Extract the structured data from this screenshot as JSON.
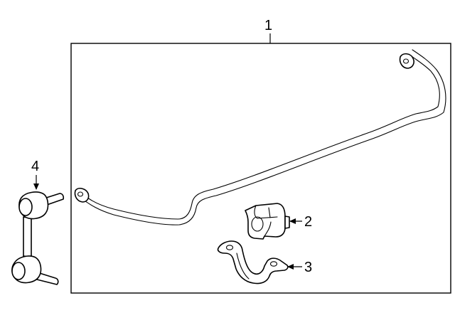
{
  "diagram": {
    "callouts": [
      {
        "id": "stabilizer-bar",
        "label": "1"
      },
      {
        "id": "bushing",
        "label": "2"
      },
      {
        "id": "bracket",
        "label": "3"
      },
      {
        "id": "stabilizer-link",
        "label": "4"
      }
    ]
  }
}
